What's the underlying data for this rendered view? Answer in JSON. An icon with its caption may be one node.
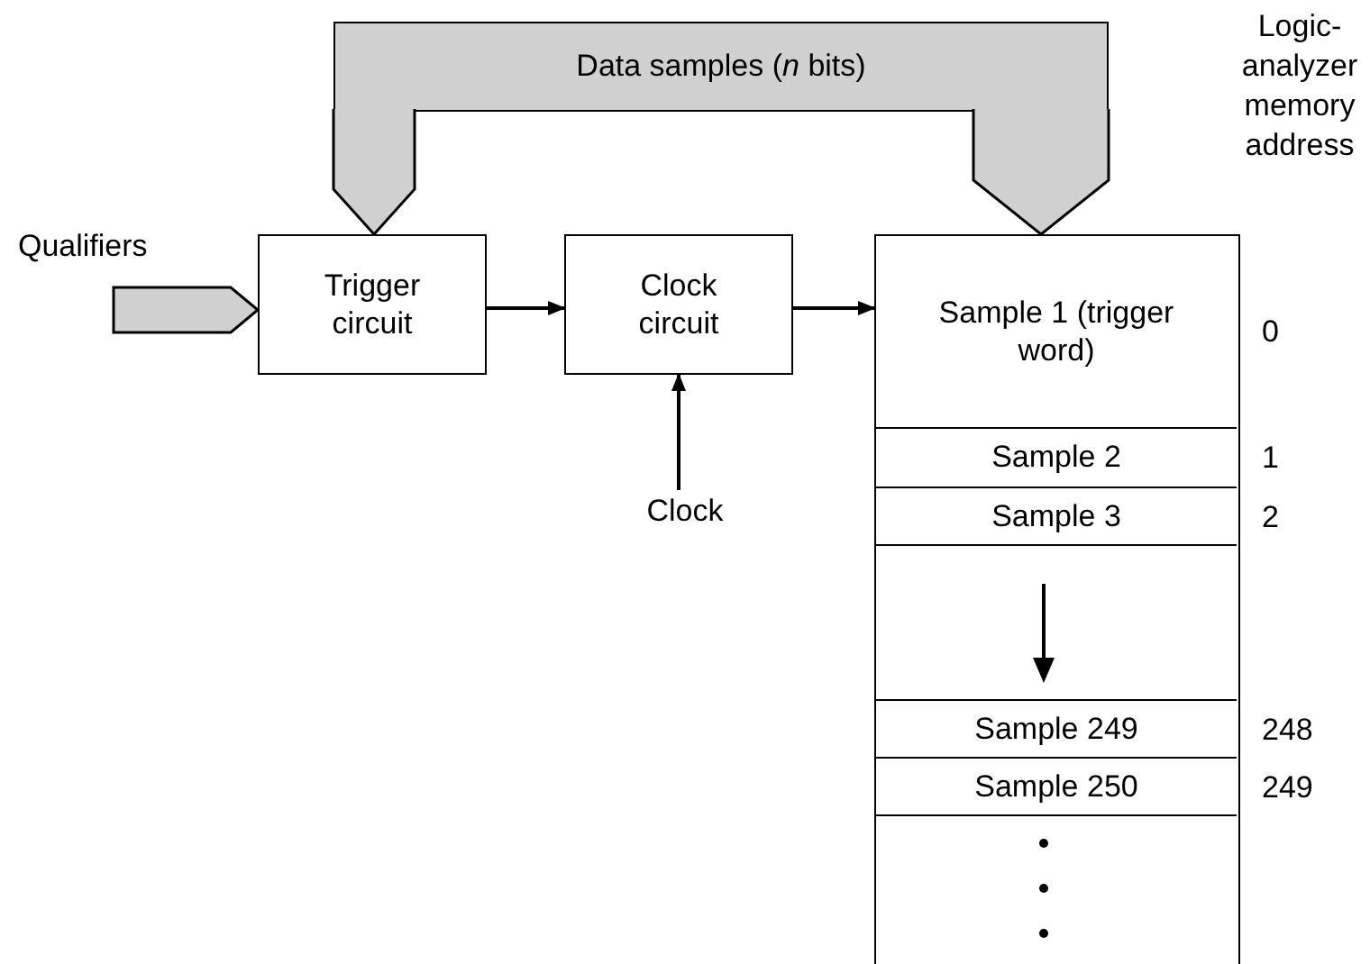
{
  "diagram": {
    "nodes": [
      {
        "text": [
          "Data samples (*n* bits)"
        ]
      },
      {
        "text": [
          "Trigger circuit"
        ]
      },
      {
        "text": [
          "Clock circuit"
        ]
      },
      {
        "text": [
          "Clock"
        ]
      },
      {
        "text": [],
        "shape": "box"
      },
      {
        "text": [
          "Sample 1 (trigger word)"
        ],
        "in": 4,
        "beside": [
          "0"
        ]
      },
      {
        "text": [
          "Sample 2"
        ],
        "in": 4,
        "beside": [
          "1"
        ]
      },
      {
        "text": [
          "Sample 3"
        ],
        "in": 4,
        "beside": [
          "2"
        ]
      },
      {
        "text": [
          "Sample 249"
        ],
        "in": 4,
        "beside": [
          "248"
        ]
      },
      {
        "text": [
          "Sample 250"
        ],
        "in": 4,
        "beside": [
          "249"
        ]
      }
    ],
    "edges": [
      {
        "from": 0,
        "to": 1,
        "arrow": "to",
        "style": "thick",
        "color": "#d0d0d0"
      },
      {
        "from": 0,
        "to": 4,
        "arrow": "to",
        "style": "thick",
        "color": "#d0d0d0"
      },
      {
        "from": null,
        "to": 1,
        "arrow": "to",
        "style": "thick",
        "color": "#d0d0d0"
      },
      {
        "from": 1,
        "to": 2,
        "arrow": "to"
      },
      {
        "from": 2,
        "to": 4,
        "arrow": "to"
      },
      {
        "from": 3,
        "to": 2,
        "arrow": "to"
      }
    ],
    "labels": [
      "Logic-analyzer memory address",
      "Qualifiers"
    ]
  }
}
